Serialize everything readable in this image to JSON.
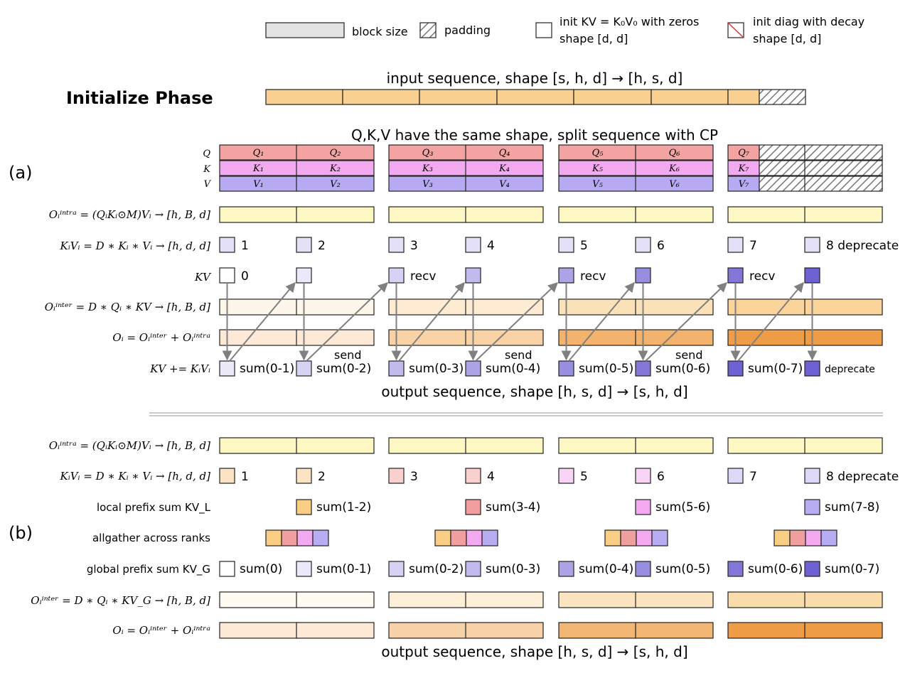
{
  "colors": {
    "q": "#f4a3a3",
    "k": "#f2a9ef",
    "v": "#b7aaf2",
    "intra": "#fdf7c3",
    "input": "#f9d08f",
    "block": "#e3e3e3",
    "kv_shades": [
      "#ffffff",
      "#ebe9f9",
      "#d6d2f3",
      "#c1bbed",
      "#aca4e7",
      "#978ee1",
      "#8277d9",
      "#6d61d3"
    ],
    "kvi_a": "#e4e0f8",
    "inter_a": [
      "#fef6ea",
      "#fdecd2",
      "#fbe1b8",
      "#fad49a"
    ],
    "out_a": [
      "#fde9d6",
      "#f9d2a6",
      "#f4b36c",
      "#ee9c45"
    ],
    "inter_b": [
      "#fffaf2",
      "#fdefd8",
      "#fbe4bf",
      "#f9dcaa"
    ],
    "out_b": [
      "#fde9d6",
      "#f7d2a8",
      "#f2b572",
      "#ee9c45"
    ],
    "kvi_b": [
      "#fbe4c6",
      "#fbe4c6",
      "#f8d0ce",
      "#f8d0ce",
      "#f9d4f6",
      "#f9d4f6",
      "#dcd8f6",
      "#dcd8f6"
    ],
    "local": [
      "#f9cd83",
      "#ef9f9e",
      "#f2a9ef",
      "#b8acf2"
    ]
  },
  "legend": {
    "block_size": "block size",
    "padding": "padding",
    "init_kv_line1": "init KV = K₀V₀ with zeros",
    "init_kv_line2": "shape [d, d]",
    "init_diag_line1": "init diag with decay",
    "init_diag_line2": "shape [d, d]"
  },
  "init_phase": {
    "title": "Initialize Phase",
    "input_caption": "input sequence, shape [s, h, d] → [h, s, d]"
  },
  "section_a": {
    "label": "(a)",
    "qkv_caption": "Q,K,V have the same shape, split sequence with CP",
    "row_labels": {
      "q": "Q",
      "k": "K",
      "v": "V",
      "intra": "Oᵢⁱⁿᵗʳᵃ = (QᵢKᵢ⊙M)Vᵢ → [h, B, d]",
      "kvi": "KᵢVᵢ = D ∗ Kᵢ ∗ Vᵢ → [h, d, d]",
      "kv": "KV",
      "inter": "Oᵢⁱⁿᵗᵉʳ = D ∗ Qᵢ ∗ KV → [h, B, d]",
      "out": "Oᵢ = Oᵢⁱⁿᵗᵉʳ + Oᵢⁱⁿᵗʳᵃ",
      "sum": "KV += KᵢVᵢ"
    },
    "q_blocks": [
      "Q₁",
      "Q₂",
      "Q₃",
      "Q₄",
      "Q₅",
      "Q₆",
      "Q₇"
    ],
    "k_blocks": [
      "K₁",
      "K₂",
      "K₃",
      "K₄",
      "K₅",
      "K₆",
      "K₇"
    ],
    "v_blocks": [
      "V₁",
      "V₂",
      "V₃",
      "V₄",
      "V₅",
      "V₆",
      "V₇"
    ],
    "kvi_labels": [
      "1",
      "2",
      "3",
      "4",
      "5",
      "6",
      "7",
      "8 deprecate"
    ],
    "kv_labels": [
      "0",
      "",
      "recv",
      "",
      "recv",
      "",
      "recv",
      ""
    ],
    "sum_labels": [
      "sum(0-1)",
      "sum(0-2)",
      "sum(0-3)",
      "sum(0-4)",
      "sum(0-5)",
      "sum(0-6)",
      "sum(0-7)",
      "deprecate"
    ],
    "send_label": "send",
    "output_caption": "output sequence, shape [h, s, d] → [s, h, d]"
  },
  "section_b": {
    "label": "(b)",
    "row_labels": {
      "intra": "Oᵢⁱⁿᵗʳᵃ = (QᵢKᵢ⊙M)Vᵢ → [h, B, d]",
      "kvi": "KᵢVᵢ = D ∗ Kᵢ ∗ Vᵢ → [h, d, d]",
      "local": "local prefix sum KV_L",
      "allgather": "allgather across ranks",
      "global": "global prefix sum KV_G",
      "inter": "Oᵢⁱⁿᵗᵉʳ = D ∗ Qᵢ ∗ KV_G → [h, B, d]",
      "out": "Oᵢ = Oᵢⁱⁿᵗᵉʳ + Oᵢⁱⁿᵗʳᵃ"
    },
    "kvi_labels": [
      "1",
      "2",
      "3",
      "4",
      "5",
      "6",
      "7",
      "8 deprecate"
    ],
    "local_labels": [
      "sum(1-2)",
      "sum(3-4)",
      "sum(5-6)",
      "sum(7-8)"
    ],
    "global_labels": [
      "sum(0)",
      "sum(0-1)",
      "sum(0-2)",
      "sum(0-3)",
      "sum(0-4)",
      "sum(0-5)",
      "sum(0-6)",
      "sum(0-7)"
    ],
    "output_caption": "output sequence, shape [h, s, d] → [s, h, d]"
  }
}
